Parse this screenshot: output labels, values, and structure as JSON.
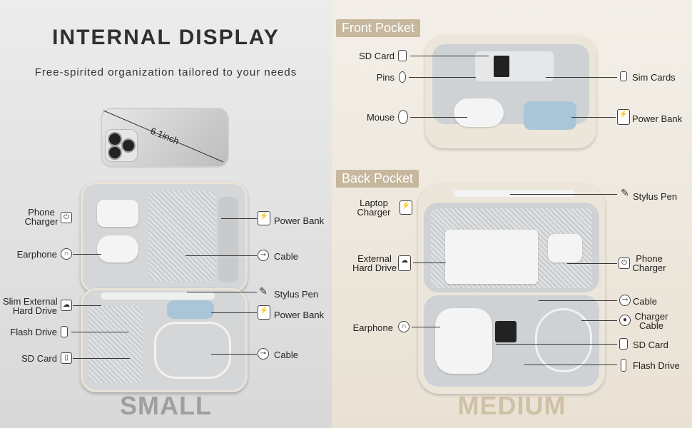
{
  "left": {
    "title": "INTERNAL DISPLAY",
    "subtitle": "Free-spirited organization tailored to your needs",
    "phone_size": "6.1inch",
    "size_label": "SMALL",
    "labels": {
      "phone_charger": "Phone\nCharger",
      "earphone": "Earphone",
      "slim_hdd": "Slim External\nHard Drive",
      "flash_drive": "Flash Drive",
      "sd_card": "SD Card",
      "power_bank_top": "Power Bank",
      "cable_top": "Cable",
      "stylus_pen": "Stylus Pen",
      "power_bank_bottom": "Power Bank",
      "cable_bottom": "Cable"
    }
  },
  "right": {
    "front_pocket": "Front Pocket",
    "back_pocket": "Back Pocket",
    "size_label": "MEDIUM",
    "labels": {
      "sd_card_top": "SD Card",
      "pins": "Pins",
      "mouse": "Mouse",
      "sim_cards": "Sim Cards",
      "power_bank": "Power Bank",
      "laptop_charger": "Laptop\nCharger",
      "external_hdd": "External\nHard Drive",
      "earphone": "Earphone",
      "stylus_pen": "Stylus Pen",
      "phone_charger": "Phone\nCharger",
      "cable": "Cable",
      "charger_cable": "Charger\nCable",
      "sd_card_bottom": "SD Card",
      "flash_drive": "Flash Drive"
    }
  },
  "colors": {
    "tag_bg": "#c7b79d",
    "small_text": "#9f9f9f",
    "medium_text": "#cfc1a5"
  }
}
